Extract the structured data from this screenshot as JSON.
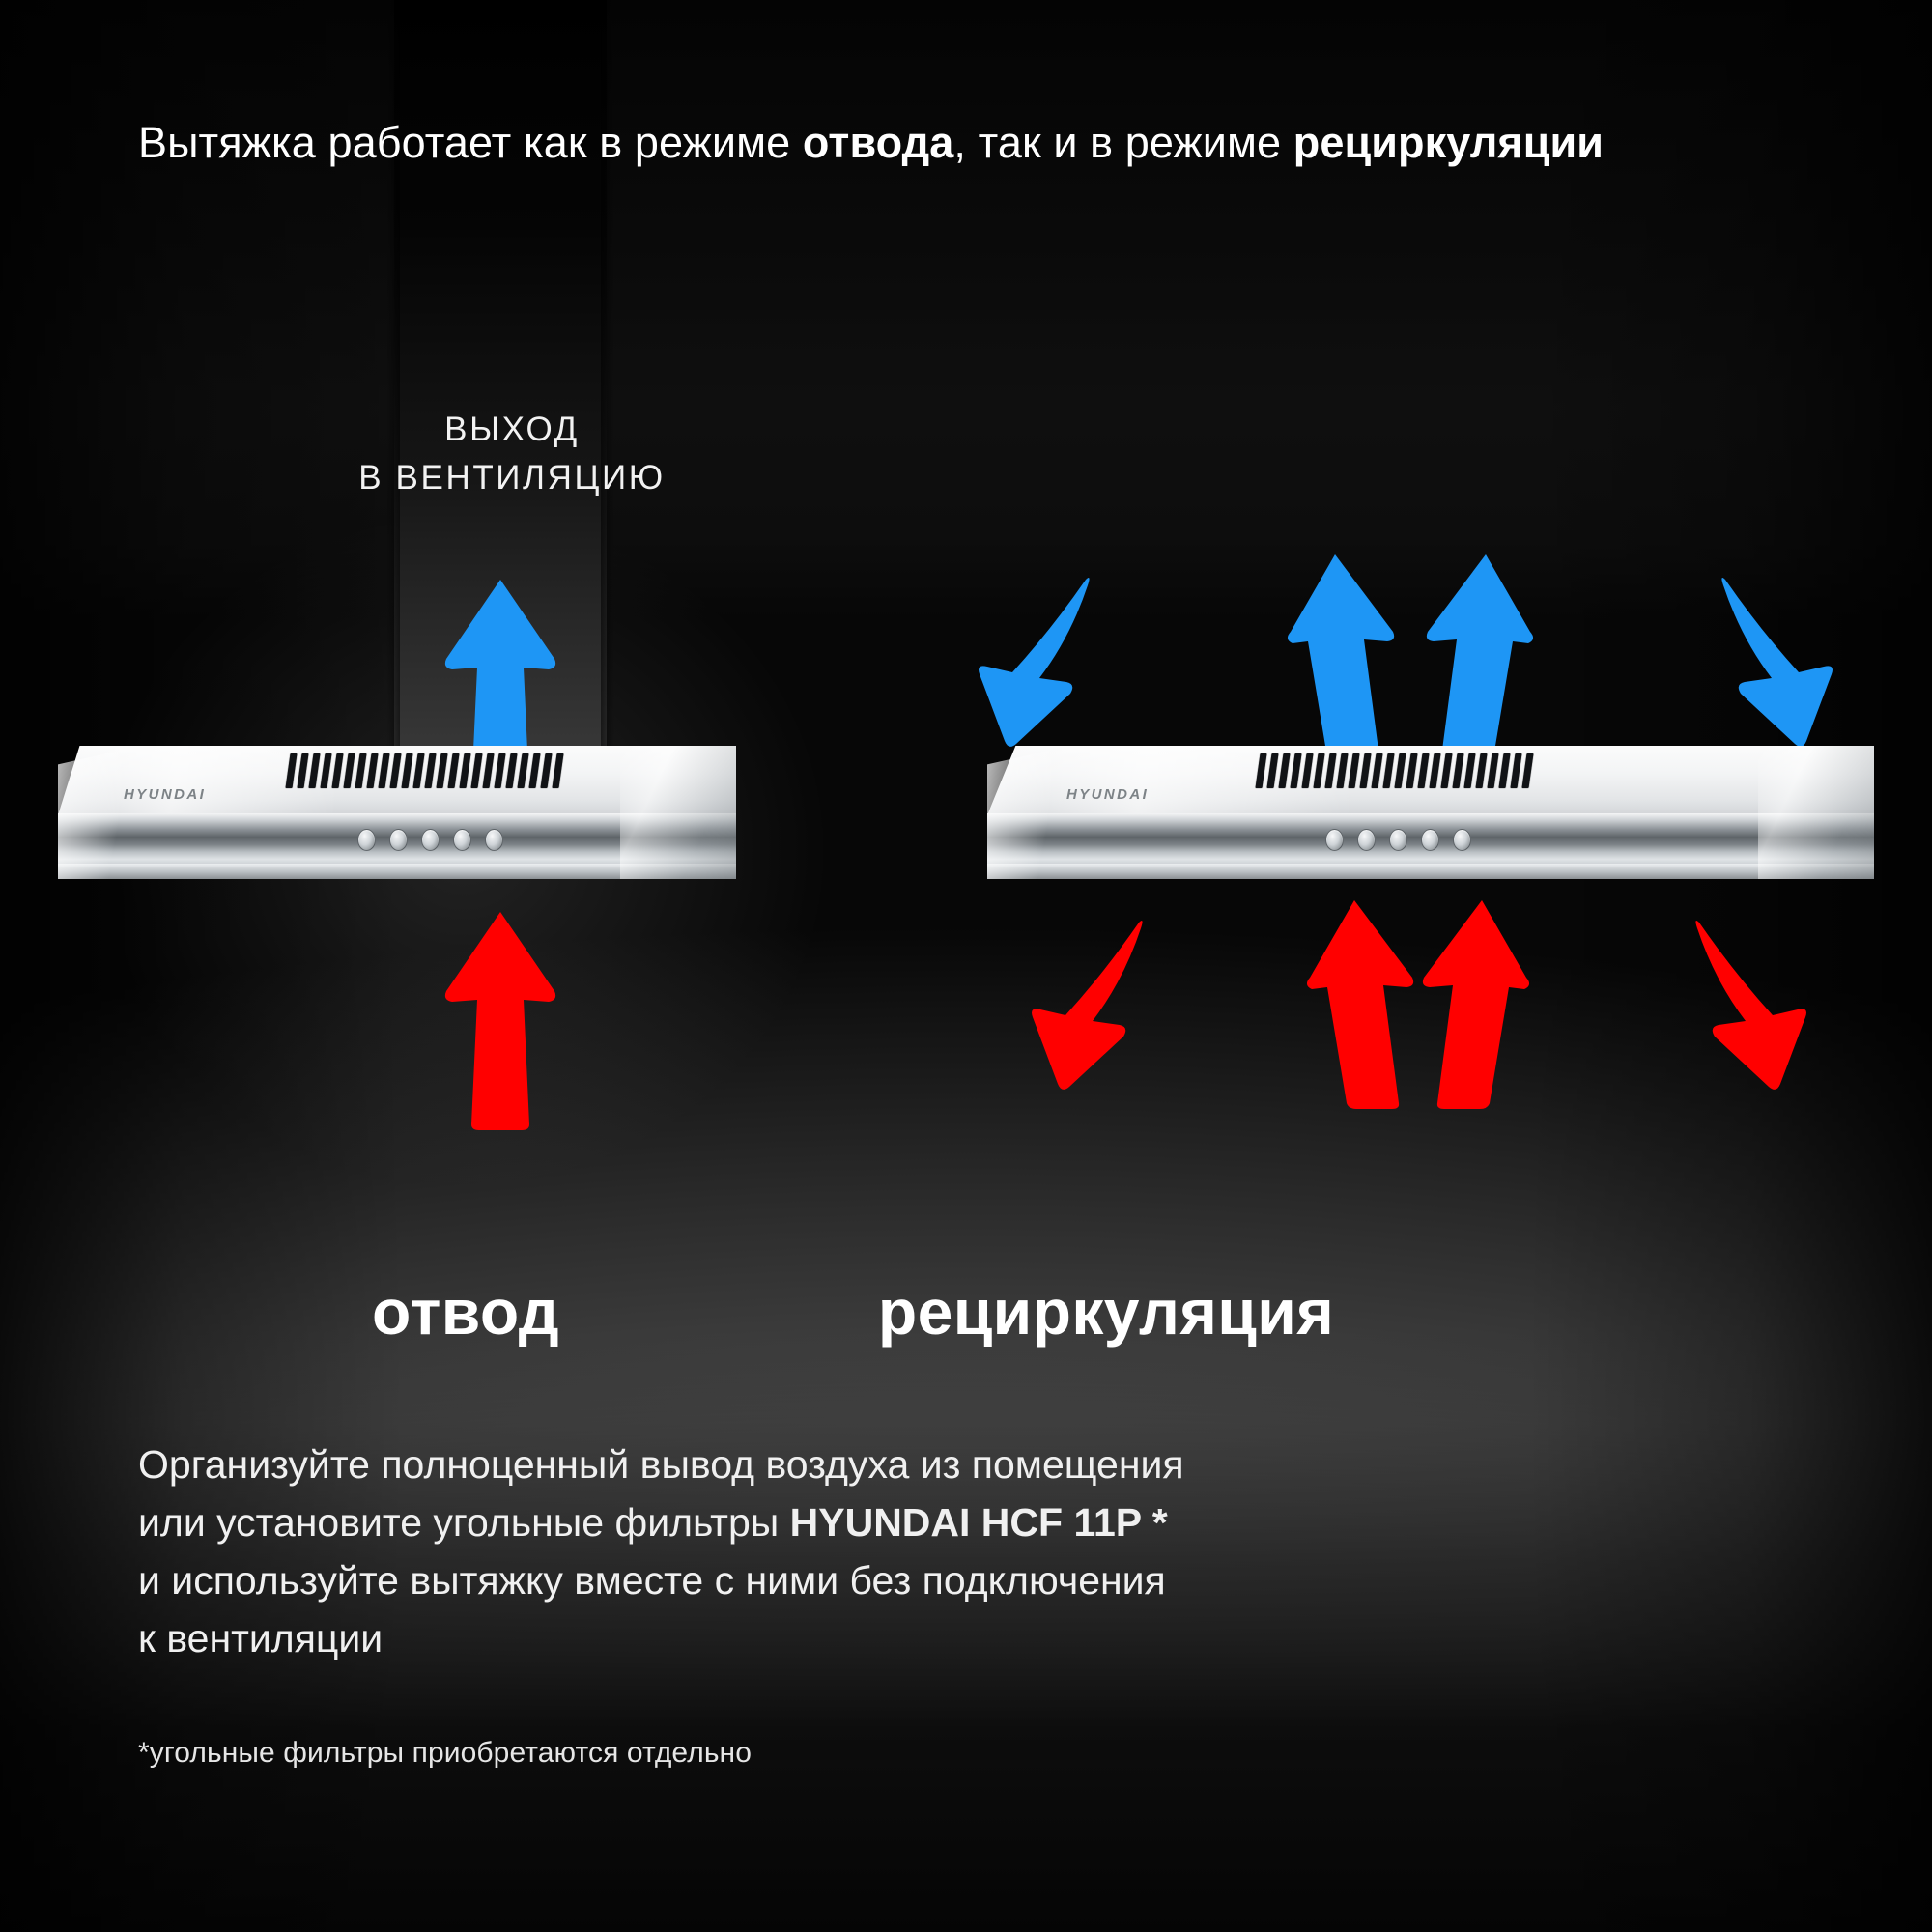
{
  "headline": {
    "part1": "Вытяжка работает как в режиме ",
    "bold1": "отвода",
    "part2": ", так и в режиме ",
    "bold2": "рециркуляции"
  },
  "duct_label": {
    "line1": "выход",
    "line2": "в вентиляцию"
  },
  "modes": {
    "left_label": "отвод",
    "right_label": "рециркуляция"
  },
  "hoods": {
    "brand": "HYUNDAI",
    "grille_slot_count_left": 24,
    "grille_slot_count_right": 24,
    "control_button_count": 5
  },
  "body_copy": {
    "line1": "Организуйте полноценный вывод воздуха из помещения",
    "line2_pre": "или установите угольные фильтры ",
    "line2_bold": "HYUNDAI HCF 11P *",
    "line3": "и используйте вытяжку вместе с ними без подключения",
    "line4": "к вентиляции"
  },
  "footnote": "*угольные фильтры приобретаются отдельно",
  "colors": {
    "blue_arrow": "#1E96F5",
    "red_arrow": "#FF0000",
    "text": "#FFFFFF",
    "background_dark": "#070707",
    "background_light": "#9A9A9A"
  }
}
